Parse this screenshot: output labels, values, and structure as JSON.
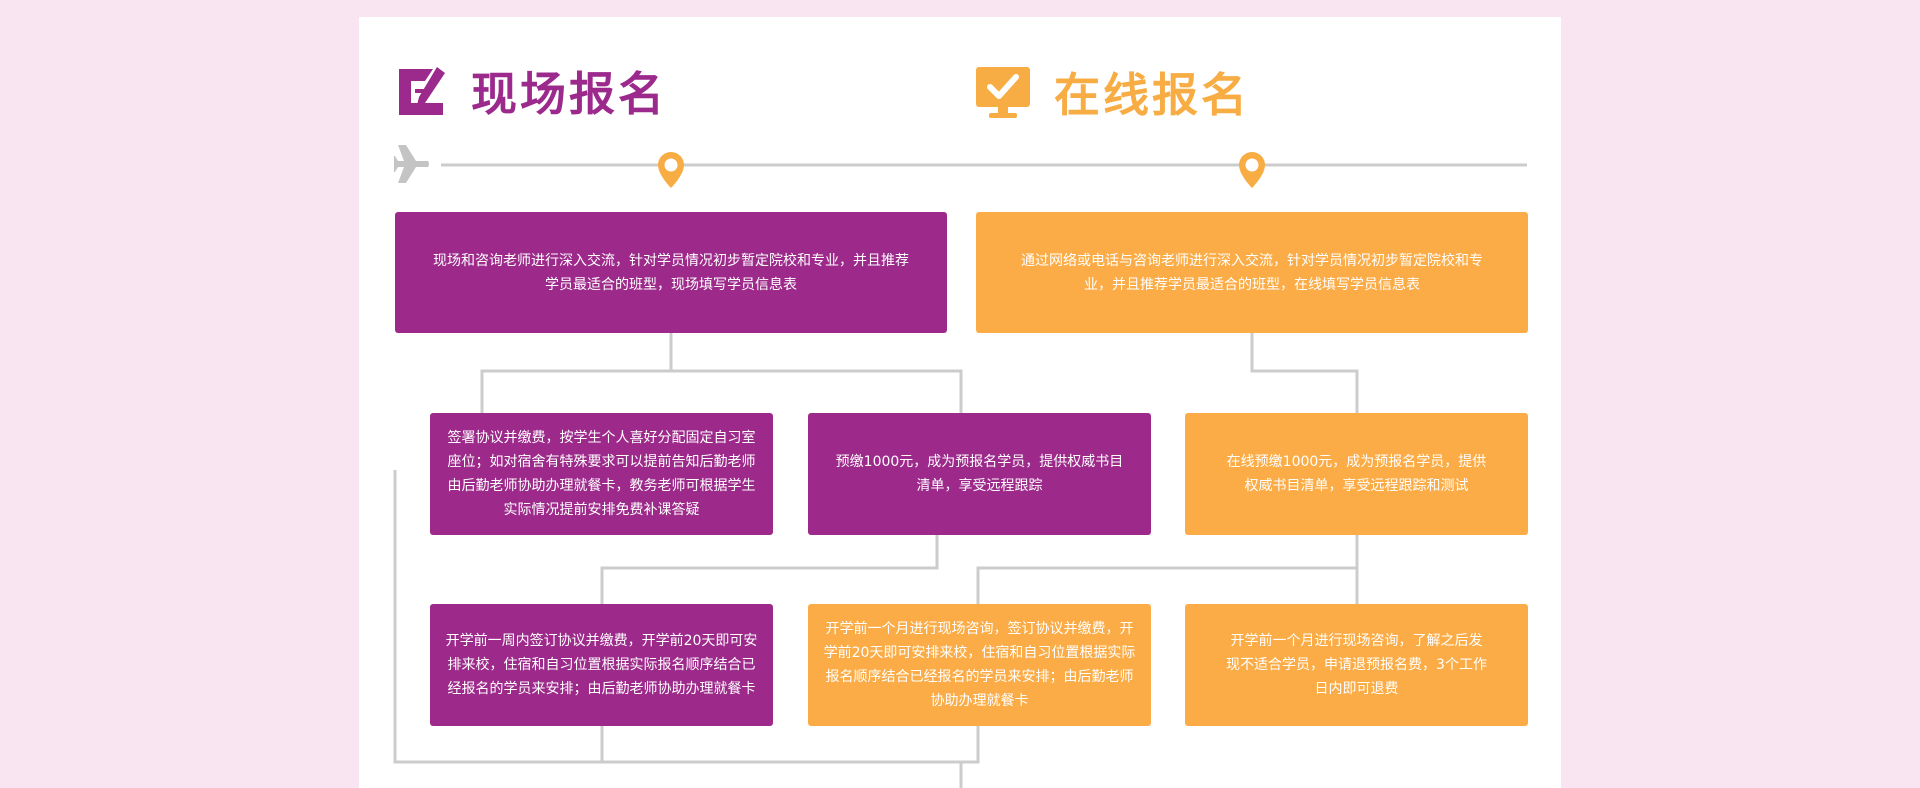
{
  "left_heading": {
    "title": "现场报名",
    "icon": "pencil-note-icon",
    "color": "#9b2a8c"
  },
  "right_heading": {
    "title": "在线报名",
    "icon": "monitor-check-icon",
    "color": "#f8ac44"
  },
  "timeline": {
    "start_icon": "airplane-icon",
    "marker_icon": "map-pin-icon",
    "line_color": "#cccccc"
  },
  "colors": {
    "purple": "#9d2a8b",
    "orange": "#fbac46",
    "background": "#f9e4f2"
  },
  "onsite": {
    "step1": "现场和咨询老师进行深入交流，针对学员情况初步暂定院校和专业，并且推荐学员最适合的班型，现场填写学员信息表",
    "branch_a": "签署协议并缴费，按学生个人喜好分配固定自习室座位；如对宿舍有特殊要求可以提前告知后勤老师由后勤老师协助办理就餐卡，教务老师可根据学生实际情况提前安排免费补课答疑",
    "branch_b": "预缴1000元，成为预报名学员，提供权威书目清单，享受远程跟踪",
    "branch_b_1": "开学前一周内签订协议并缴费，开学前20天即可安排来校，住宿和自习位置根据实际报名顺序结合已经报名的学员来安排；由后勤老师协助办理就餐卡",
    "branch_b_2": "开学前一个月进行现场咨询，签订协议并缴费，开学前20天即可安排来校，住宿和自习位置根据实际报名顺序结合已经报名的学员来安排；由后勤老师协助办理就餐卡"
  },
  "online": {
    "step1": "通过网络或电话与咨询老师进行深入交流，针对学员情况初步暂定院校和专业，并且推荐学员最适合的班型，在线填写学员信息表",
    "step2": "在线预缴1000元，成为预报名学员，提供权威书目清单，享受远程跟踪和测试",
    "step3": "开学前一个月进行现场咨询，了解之后发现不适合学员，申请退预报名费，3个工作日内即可退费"
  }
}
